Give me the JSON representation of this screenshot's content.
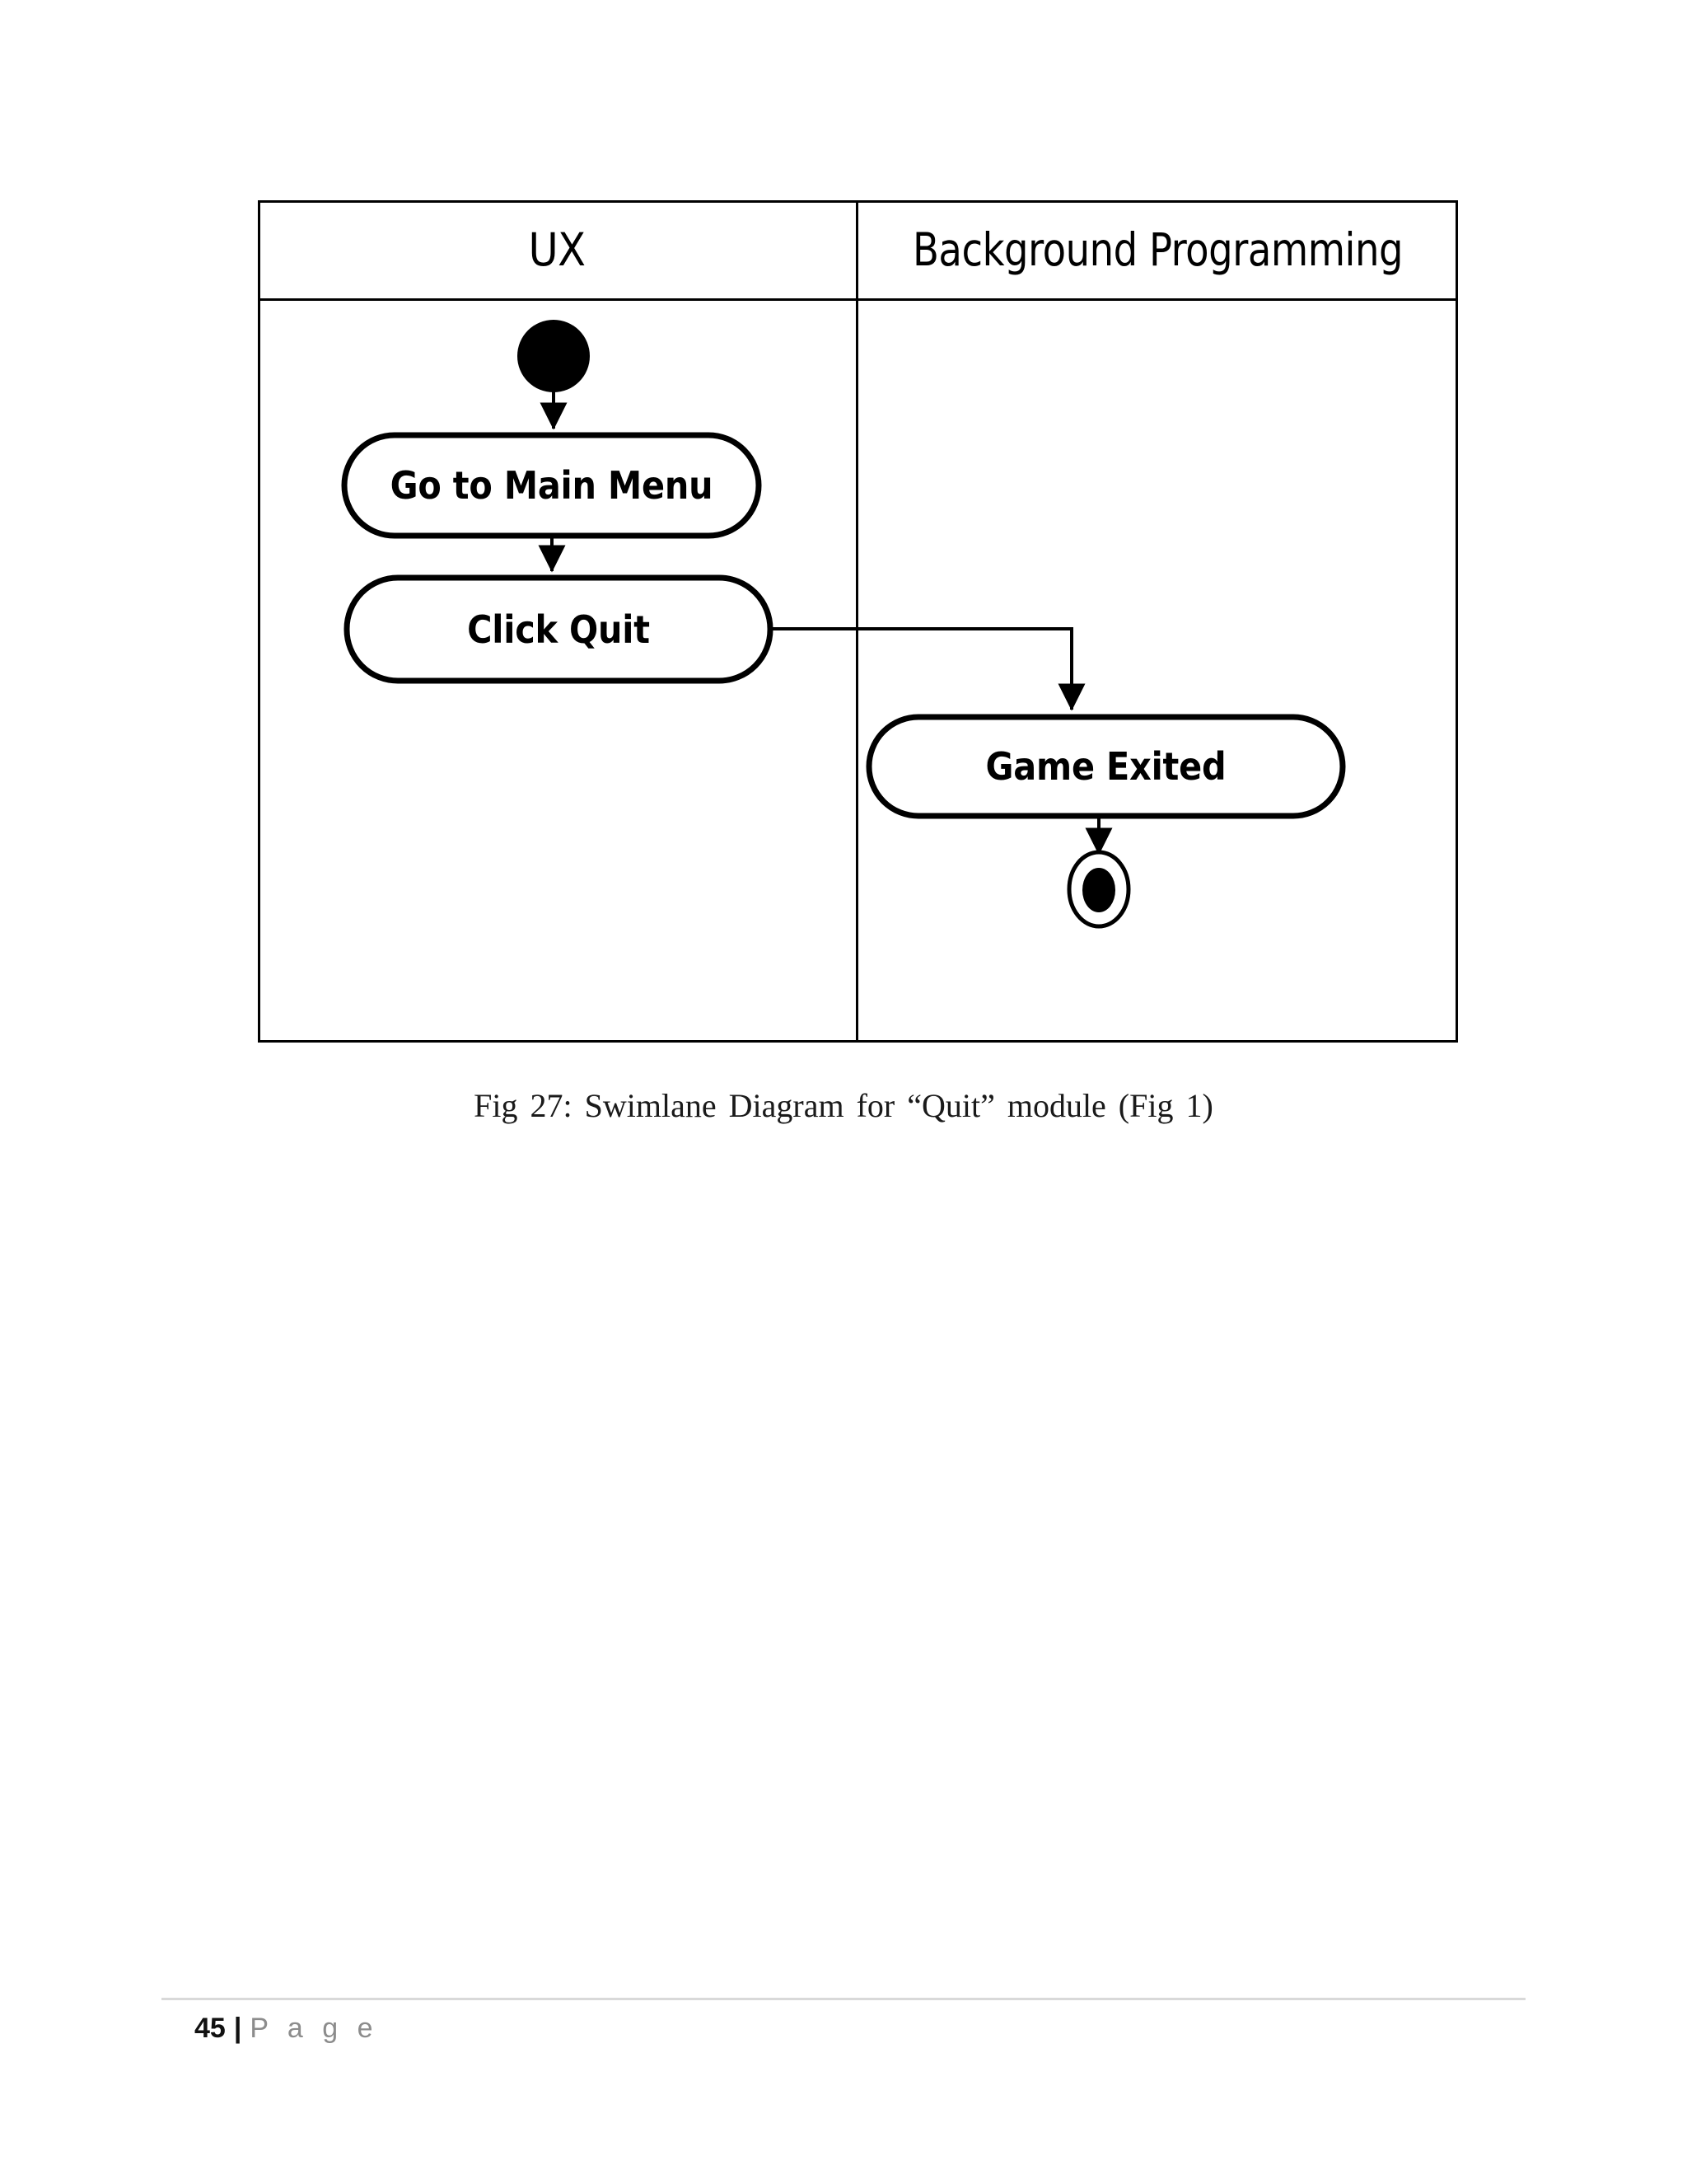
{
  "document": {
    "page_number": "45",
    "footer_separator": "|",
    "footer_label": "P a g e"
  },
  "figure": {
    "caption": "Fig 27: Swimlane  Diagram  for “Quit”  module  (Fig 1)",
    "lanes": [
      {
        "id": "ux",
        "label": "UX"
      },
      {
        "id": "background-programming",
        "label": "Background Programming"
      }
    ],
    "nodes": [
      {
        "id": "initial-node",
        "type": "initial",
        "label": "",
        "lane": "ux"
      },
      {
        "id": "go-to-main-menu",
        "type": "activity",
        "label": "Go to Main Menu",
        "lane": "ux"
      },
      {
        "id": "click-quit",
        "type": "activity",
        "label": "Click Quit",
        "lane": "ux"
      },
      {
        "id": "game-exited",
        "type": "activity",
        "label": "Game Exited",
        "lane": "background-programming"
      },
      {
        "id": "final-node",
        "type": "final",
        "label": "",
        "lane": "background-programming"
      }
    ],
    "edges": [
      {
        "from": "initial-node",
        "to": "go-to-main-menu",
        "style": "straight"
      },
      {
        "from": "go-to-main-menu",
        "to": "click-quit",
        "style": "straight"
      },
      {
        "from": "click-quit",
        "to": "game-exited",
        "style": "elbow"
      },
      {
        "from": "game-exited",
        "to": "final-node",
        "style": "straight"
      }
    ]
  },
  "colors": {
    "stroke": "#000000",
    "fill": "#ffffff",
    "page_background": "#ffffff",
    "footer_rule": "#d9d9d9",
    "footer_muted": "#8c8c8c"
  }
}
